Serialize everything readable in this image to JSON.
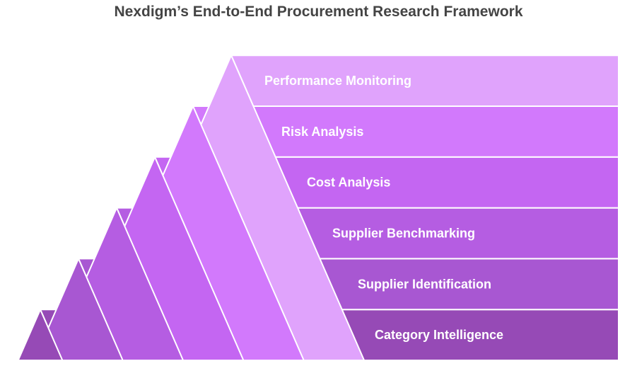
{
  "title": "Nexdigm’s End-to-End Procurement Research Framework",
  "layers": [
    {
      "label": "Category Intelligence",
      "color": "#964AB6"
    },
    {
      "label": "Supplier Identification",
      "color": "#A857D2"
    },
    {
      "label": "Supplier Benchmarking",
      "color": "#B55DE2"
    },
    {
      "label": "Cost Analysis",
      "color": "#C466F2"
    },
    {
      "label": "Risk Analysis",
      "color": "#D279FC"
    },
    {
      "label": "Performance Monitoring",
      "color": "#E0A3FC"
    }
  ]
}
